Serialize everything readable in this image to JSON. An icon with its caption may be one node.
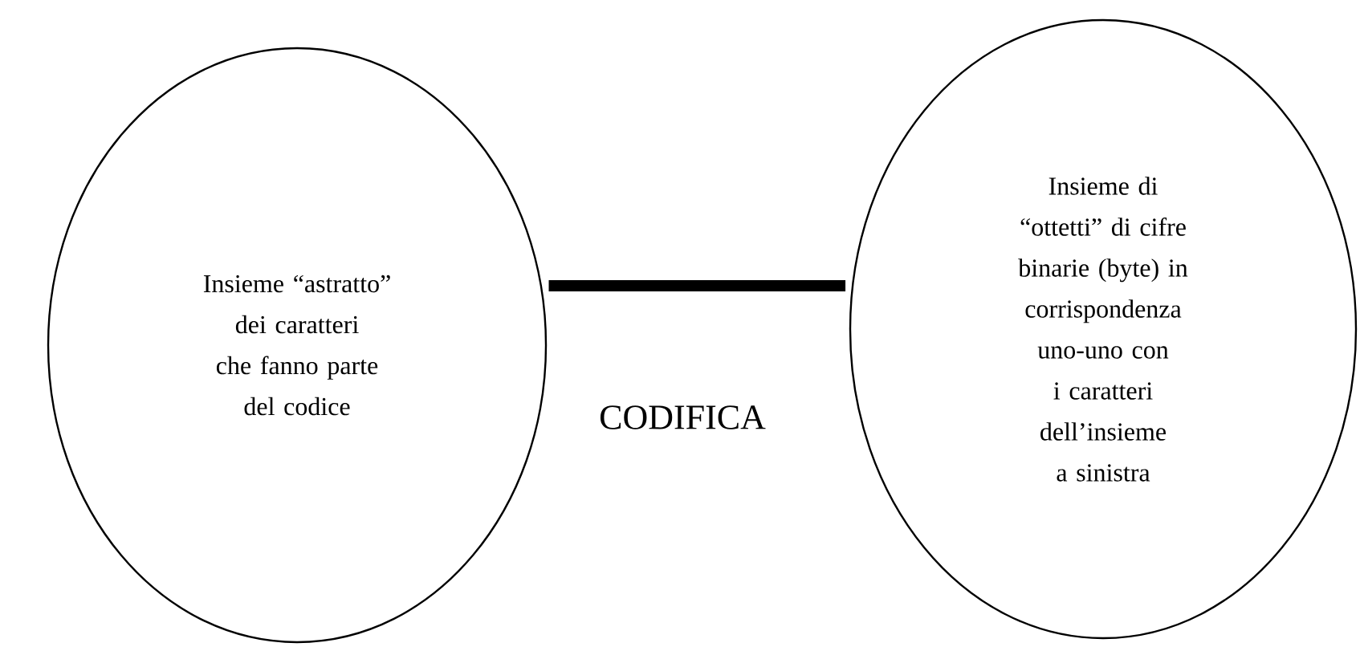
{
  "diagram": {
    "nodes": [
      {
        "text": [
          "Insieme “astratto” dei caratteri che fanno parte del codice"
        ]
      },
      {
        "text": [
          "Insieme di “ottetti” di cifre binarie (byte) in corrispondenza uno-uno con i caratteri dell’insieme a sinistra"
        ]
      }
    ],
    "edges": [
      {
        "from": 0,
        "to": 1,
        "arrow": "none",
        "label": "CODIFICA"
      }
    ]
  }
}
